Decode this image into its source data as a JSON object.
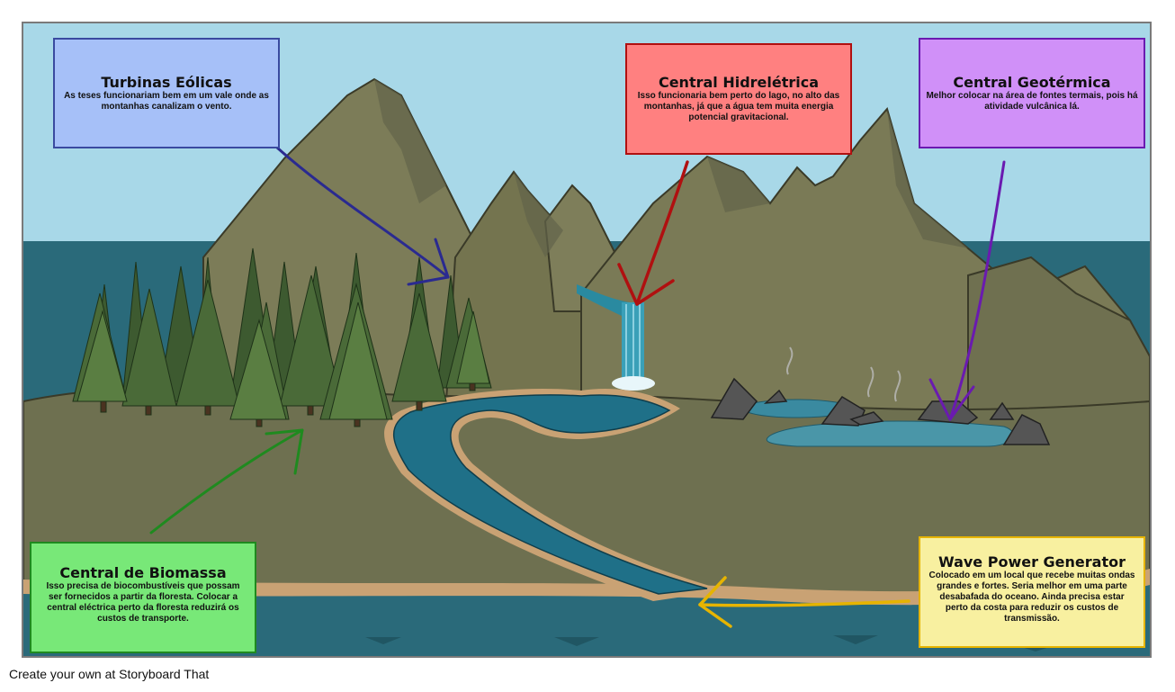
{
  "colors": {
    "sky": "#a8d8e8",
    "ocean": "#2a6a7a",
    "land": "#6e7050",
    "mountain": "#7a7a56",
    "water": "#1f7088",
    "wind": "#a6c0f8",
    "hydro": "#ff8080",
    "geo": "#d090f8",
    "bio": "#78e878",
    "wave": "#f8f0a0"
  },
  "callouts": {
    "wind": {
      "title": "Turbinas Eólicas",
      "text": "As teses funcionariam bem em um vale onde as montanhas canalizam o vento."
    },
    "hydro": {
      "title": "Central Hidrelétrica",
      "text": "Isso funcionaria bem perto do lago, no alto das montanhas, já que a água tem muita energia potencial gravitacional."
    },
    "geo": {
      "title": "Central Geotérmica",
      "text": "Melhor colocar na área de fontes termais, pois há atividade vulcânica lá."
    },
    "bio": {
      "title": "Central de Biomassa",
      "text": "Isso precisa de biocombustíveis que possam ser fornecidos a partir da floresta. Colocar a central eléctrica perto da floresta reduzirá os custos de transporte."
    },
    "wave": {
      "title": "Wave Power Generator",
      "text": "Colocado em um local que recebe muitas ondas grandes e fortes. Seria melhor em uma parte desabafada do oceano. Ainda precisa estar perto da costa para reduzir os custos de transmissão."
    }
  },
  "footer": "Create your own at Storyboard That"
}
